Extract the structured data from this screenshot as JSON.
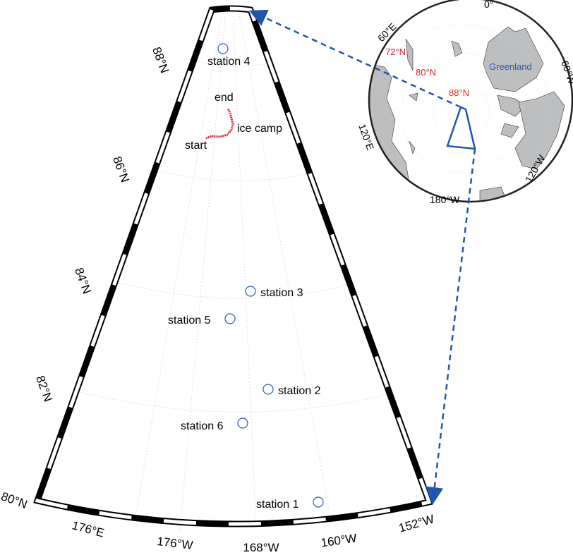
{
  "main_map": {
    "lat_labels": [
      "88°N",
      "86°N",
      "84°N",
      "82°N",
      "80°N"
    ],
    "lon_labels": [
      "176°E",
      "176°W",
      "168°W",
      "160°W",
      "152°W"
    ],
    "stations": [
      {
        "label": "station 4"
      },
      {
        "label": "station 3"
      },
      {
        "label": "station 5"
      },
      {
        "label": "station 2"
      },
      {
        "label": "station 6"
      },
      {
        "label": "station 1"
      }
    ],
    "track": {
      "start": "start",
      "end": "end",
      "label": "ice camp"
    }
  },
  "inset": {
    "lon_labels": [
      "0°",
      "60°E",
      "60°W",
      "120°E",
      "120°W",
      "180°W"
    ],
    "lat_labels": [
      "72°N",
      "80°N",
      "88°N"
    ],
    "region_label": "Greenland"
  },
  "colors": {
    "station": "#2a5cb0",
    "track": "#e8202a",
    "inset_box": "#1f56b0",
    "land": "#bdbec0"
  }
}
